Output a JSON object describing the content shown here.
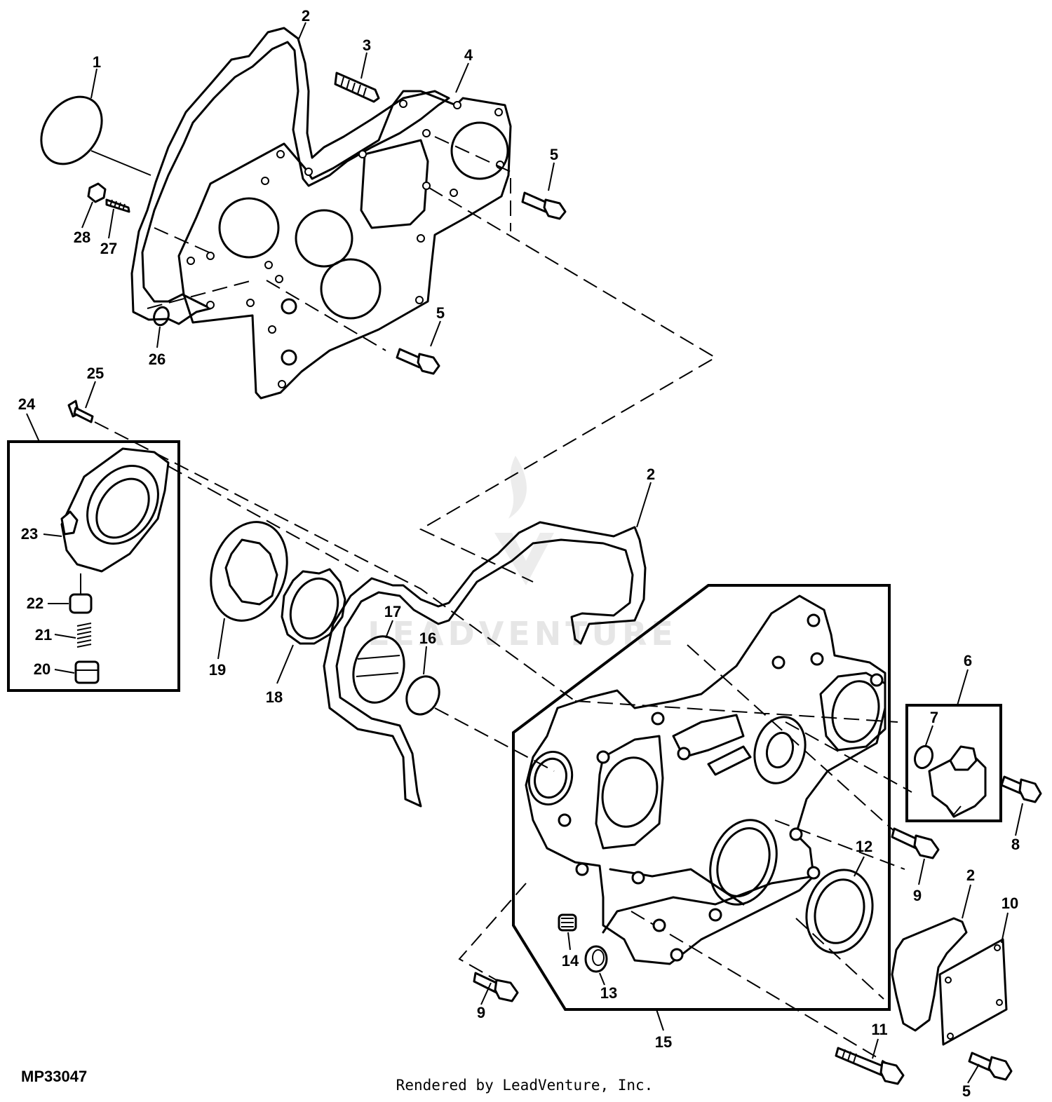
{
  "figure_id": "MP33047",
  "credit": "Rendered by LeadVenture, Inc.",
  "watermark": "LEADVENTURE",
  "callouts": {
    "c1": "1",
    "c2a": "2",
    "c2b": "2",
    "c2c": "2",
    "c3": "3",
    "c4": "4",
    "c5a": "5",
    "c5b": "5",
    "c5c": "5",
    "c6": "6",
    "c7": "7",
    "c8": "8",
    "c9a": "9",
    "c9b": "9",
    "c10": "10",
    "c11": "11",
    "c12": "12",
    "c13": "13",
    "c14": "14",
    "c15": "15",
    "c16": "16",
    "c17": "17",
    "c18": "18",
    "c19": "19",
    "c20": "20",
    "c21": "21",
    "c22": "22",
    "c23": "23",
    "c24": "24",
    "c25": "25",
    "c26": "26",
    "c27": "27",
    "c28": "28"
  }
}
